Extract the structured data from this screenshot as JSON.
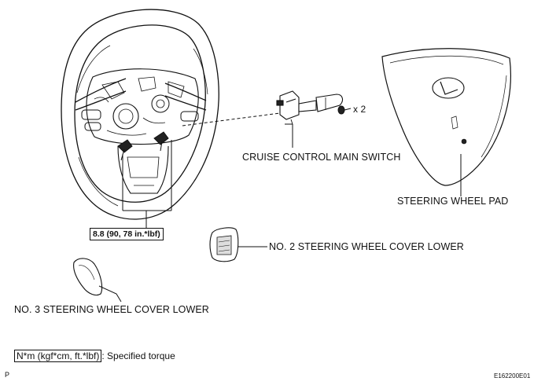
{
  "labels": {
    "cruise_switch": "CRUISE CONTROL MAIN SWITCH",
    "steering_pad": "STEERING WHEEL PAD",
    "cover_lower_2": "NO. 2 STEERING WHEEL COVER LOWER",
    "cover_lower_3": "NO. 3 STEERING WHEEL COVER LOWER",
    "screw_qty": "x 2"
  },
  "torque": {
    "value": "8.8 (90, 78 in.*lbf)"
  },
  "legend": {
    "unit_box": "N*m (kgf*cm, ft.*lbf)",
    "description": ": Specified torque"
  },
  "footer": {
    "page_mark": "P",
    "figure_id": "E162200E01"
  }
}
